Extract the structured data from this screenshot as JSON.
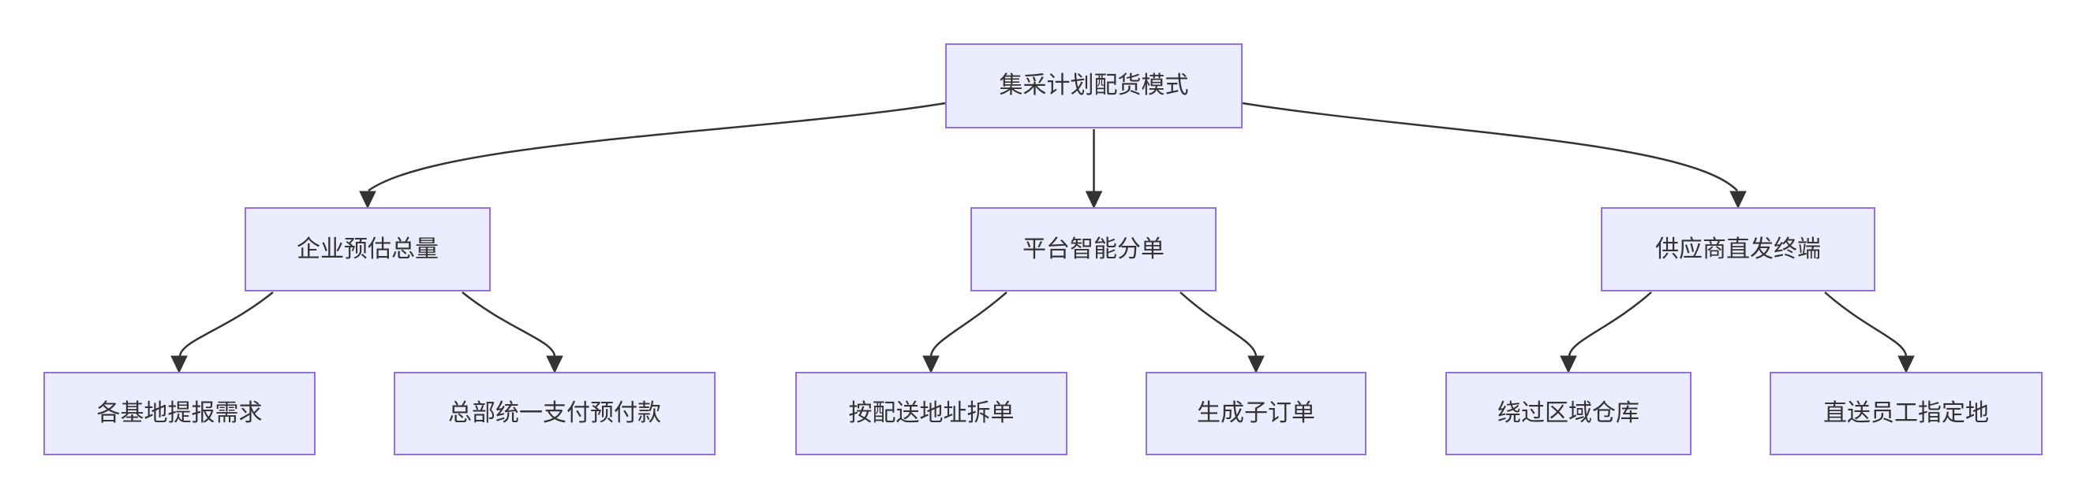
{
  "diagram": {
    "type": "flowchart-top-down",
    "colors": {
      "node_fill": "#ECECFF",
      "node_border": "#9370DB",
      "edge": "#333333",
      "text": "#333333",
      "background": "#ffffff"
    },
    "nodes": [
      {
        "id": "root",
        "label": "集采计划配货模式"
      },
      {
        "id": "b1",
        "label": "企业预估总量"
      },
      {
        "id": "b2",
        "label": "平台智能分单"
      },
      {
        "id": "b3",
        "label": "供应商直发终端"
      },
      {
        "id": "c1",
        "label": "各基地提报需求"
      },
      {
        "id": "c2",
        "label": "总部统一支付预付款"
      },
      {
        "id": "c3",
        "label": "按配送地址拆单"
      },
      {
        "id": "c4",
        "label": "生成子订单"
      },
      {
        "id": "c5",
        "label": "绕过区域仓库"
      },
      {
        "id": "c6",
        "label": "直送员工指定地"
      }
    ],
    "edges": [
      {
        "from": "root",
        "to": "b1"
      },
      {
        "from": "root",
        "to": "b2"
      },
      {
        "from": "root",
        "to": "b3"
      },
      {
        "from": "b1",
        "to": "c1"
      },
      {
        "from": "b1",
        "to": "c2"
      },
      {
        "from": "b2",
        "to": "c3"
      },
      {
        "from": "b2",
        "to": "c4"
      },
      {
        "from": "b3",
        "to": "c5"
      },
      {
        "from": "b3",
        "to": "c6"
      }
    ]
  }
}
